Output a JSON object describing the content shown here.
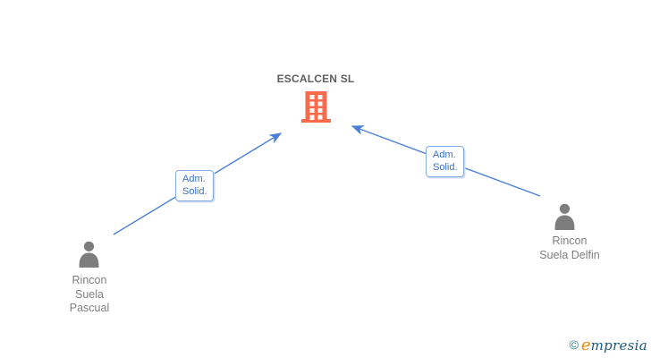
{
  "company": {
    "name": "ESCALCEN SL",
    "icon": "building-icon",
    "color": "#fb6a4a"
  },
  "people": [
    {
      "name": "Rincon Suela Pascual",
      "name_lines": [
        "Rincon",
        "Suela",
        "Pascual"
      ],
      "icon": "person-icon"
    },
    {
      "name": "Rincon Suela Delfin",
      "name_lines": [
        "Rincon",
        "Suela Delfin"
      ],
      "icon": "person-icon"
    }
  ],
  "relationships": [
    {
      "from": "Rincon Suela Pascual",
      "to": "ESCALCEN SL",
      "label": "Adm. Solid.",
      "label_lines": [
        "Adm.",
        "Solid."
      ]
    },
    {
      "from": "Rincon Suela Delfin",
      "to": "ESCALCEN SL",
      "label": "Adm. Solid.",
      "label_lines": [
        "Adm.",
        "Solid."
      ]
    }
  ],
  "logo": {
    "copyright": "©",
    "initial": "e",
    "rest": "mpresia"
  },
  "colors": {
    "edge_blue": "#4a7fd6",
    "label_border_blue": "#85abe4",
    "label_text_blue": "#3a70cc",
    "building_orange": "#fb6a4a",
    "person_gray": "#7d7d7d",
    "name_text_gray": "#7f7f7f",
    "title_gray": "#5f5f5f",
    "logo_teal": "#2c7e95",
    "logo_orange": "#ef8a0c",
    "logo_dark_blue": "#1c587c",
    "background": "#ffffff"
  }
}
